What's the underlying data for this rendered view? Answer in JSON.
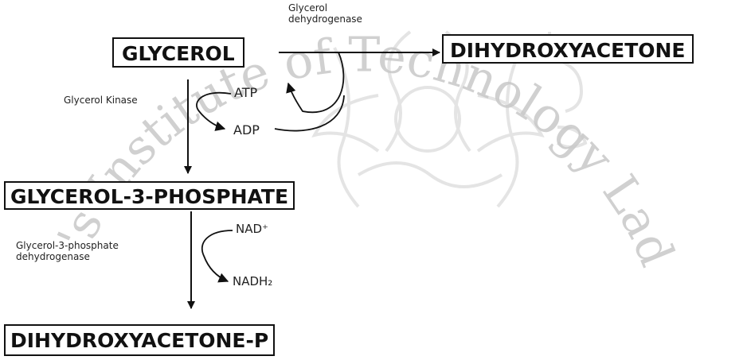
{
  "nodes": {
    "glycerol": "GLYCEROL",
    "dihydroxyacetone": "DIHYDROXYACETONE",
    "glycerol_3_phosphate": "GLYCEROL-3-PHOSPHATE",
    "dihydroxyacetone_p": "DIHYDROXYACETONE-P"
  },
  "enzymes": {
    "glycerol_dehydrogenase": [
      "Glycerol",
      "dehydrogenase"
    ],
    "glycerol_kinase": "Glycerol Kinase",
    "g3p_dehydrogenase": [
      "Glycerol-3-phosphate",
      "dehydrogenase"
    ]
  },
  "cofactors": {
    "atp": "ATP",
    "adp": "ADP",
    "nad": "NAD⁺",
    "nadh": "NADH₂"
  },
  "watermark": {
    "text": "Mongkut's Institute of Technology Ladkrabang",
    "color": "#c8c8c8"
  }
}
